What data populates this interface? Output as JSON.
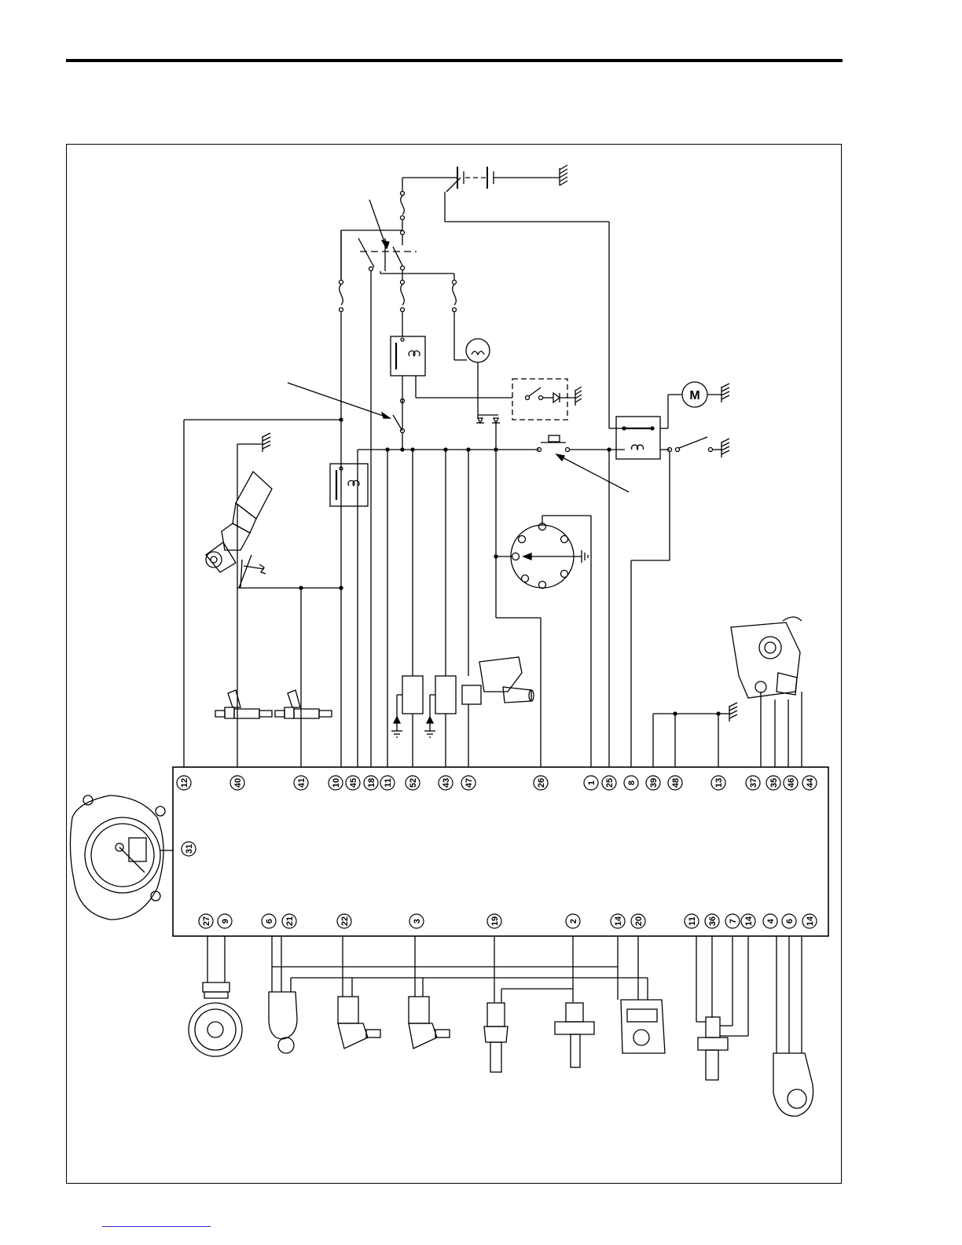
{
  "ecm": {
    "top_pins": [
      "12",
      "40",
      "41",
      "10",
      "45",
      "18",
      "11",
      "52",
      "43",
      "47",
      "26",
      "1",
      "25",
      "8",
      "39",
      "48",
      "13",
      "37",
      "35",
      "46",
      "44"
    ],
    "side_pins": [
      "31"
    ],
    "bottom_pins": [
      "27",
      "9",
      "6",
      "21",
      "22",
      "3",
      "19",
      "2",
      "14",
      "20",
      "11",
      "36",
      "7",
      "14",
      "4",
      "6",
      "14"
    ]
  },
  "components": {
    "motor_symbol": "M"
  },
  "colors": {
    "line": "#000000",
    "link_underline": "#2a2ad0"
  }
}
